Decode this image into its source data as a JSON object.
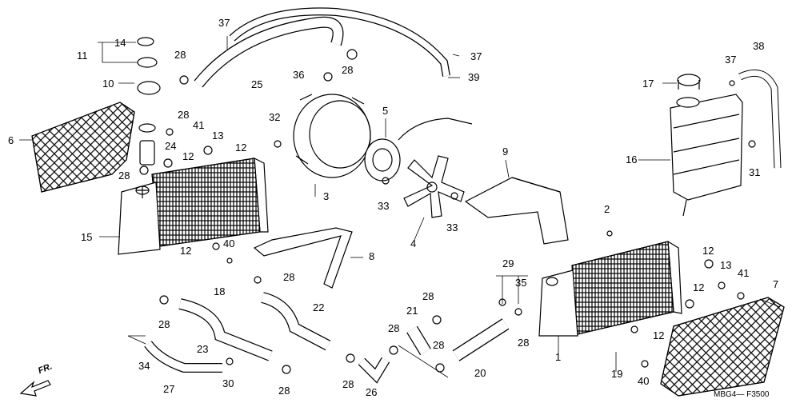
{
  "diagram": {
    "callouts": [
      {
        "id": "c14",
        "text": "14"
      },
      {
        "id": "c11",
        "text": "11"
      },
      {
        "id": "c10",
        "text": "10"
      },
      {
        "id": "c6",
        "text": "6"
      },
      {
        "id": "c28a",
        "text": "28"
      },
      {
        "id": "c28b",
        "text": "28"
      },
      {
        "id": "c41a",
        "text": "41"
      },
      {
        "id": "c13a",
        "text": "13"
      },
      {
        "id": "c24",
        "text": "24"
      },
      {
        "id": "c12a",
        "text": "12"
      },
      {
        "id": "c12b",
        "text": "12"
      },
      {
        "id": "c28c",
        "text": "28"
      },
      {
        "id": "c15",
        "text": "15"
      },
      {
        "id": "c37a",
        "text": "37"
      },
      {
        "id": "c28d",
        "text": "28"
      },
      {
        "id": "c25",
        "text": "25"
      },
      {
        "id": "c36",
        "text": "36"
      },
      {
        "id": "c32",
        "text": "32"
      },
      {
        "id": "c3",
        "text": "3"
      },
      {
        "id": "c5",
        "text": "5"
      },
      {
        "id": "c33a",
        "text": "33"
      },
      {
        "id": "c4",
        "text": "4"
      },
      {
        "id": "c33b",
        "text": "33"
      },
      {
        "id": "c37b",
        "text": "37"
      },
      {
        "id": "c39",
        "text": "39"
      },
      {
        "id": "c9",
        "text": "9"
      },
      {
        "id": "c38",
        "text": "38"
      },
      {
        "id": "c37c",
        "text": "37"
      },
      {
        "id": "c17",
        "text": "17"
      },
      {
        "id": "c16",
        "text": "16"
      },
      {
        "id": "c31",
        "text": "31"
      },
      {
        "id": "c2",
        "text": "2"
      },
      {
        "id": "c8",
        "text": "8"
      },
      {
        "id": "c40a",
        "text": "40"
      },
      {
        "id": "c12c",
        "text": "12"
      },
      {
        "id": "c18",
        "text": "18"
      },
      {
        "id": "c28e",
        "text": "28"
      },
      {
        "id": "c28f",
        "text": "28"
      },
      {
        "id": "c23",
        "text": "23"
      },
      {
        "id": "c22",
        "text": "22"
      },
      {
        "id": "c34",
        "text": "34"
      },
      {
        "id": "c27",
        "text": "27"
      },
      {
        "id": "c30",
        "text": "30"
      },
      {
        "id": "c28g",
        "text": "28"
      },
      {
        "id": "c28h",
        "text": "28"
      },
      {
        "id": "c26",
        "text": "26"
      },
      {
        "id": "c21",
        "text": "21"
      },
      {
        "id": "c28i",
        "text": "28"
      },
      {
        "id": "c28j",
        "text": "28"
      },
      {
        "id": "c28k",
        "text": "28"
      },
      {
        "id": "c28l",
        "text": "28"
      },
      {
        "id": "c20",
        "text": "20"
      },
      {
        "id": "c29",
        "text": "29"
      },
      {
        "id": "c35",
        "text": "35"
      },
      {
        "id": "c28m",
        "text": "28"
      },
      {
        "id": "c1",
        "text": "1"
      },
      {
        "id": "c19",
        "text": "19"
      },
      {
        "id": "c40b",
        "text": "40"
      },
      {
        "id": "c12d",
        "text": "12"
      },
      {
        "id": "c13b",
        "text": "13"
      },
      {
        "id": "c41b",
        "text": "41"
      },
      {
        "id": "c12e",
        "text": "12"
      },
      {
        "id": "c12f",
        "text": "12"
      },
      {
        "id": "c7",
        "text": "7"
      }
    ],
    "direction_label": "FR.",
    "reference_code": "MBG4— F3500"
  }
}
